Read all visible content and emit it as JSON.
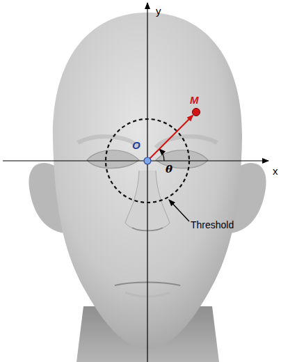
{
  "diagram": {
    "labels": [
      "y",
      "x",
      "O",
      "M",
      "θ",
      "Threshold"
    ]
  }
}
